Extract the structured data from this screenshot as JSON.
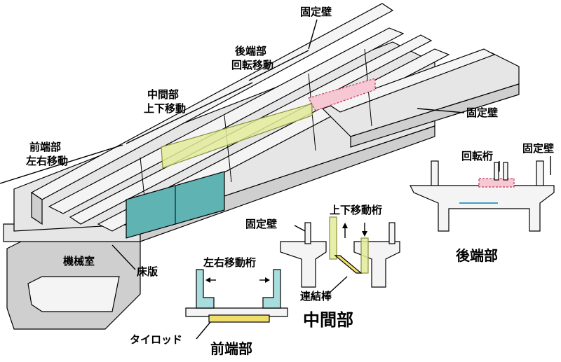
{
  "labels": {
    "fixed_wall_top": "固定壁",
    "rear_end": "後端部",
    "rotation_move": "回転移動",
    "middle": "中間部",
    "vertical_move": "上下移動",
    "fixed_wall_right": "固定壁",
    "front_end": "前端部",
    "lateral_move": "左右移動",
    "machine_room": "機械室",
    "floor_slab": "床版",
    "rotation_girder": "回転桁",
    "fixed_wall_rear": "固定壁",
    "rear_section_title": "後端部",
    "fixed_wall_mid": "固定壁",
    "vertical_girder": "上下移動桁",
    "link_rod": "連結棒",
    "middle_section_title": "中間部",
    "lateral_girder": "左右移動桁",
    "tie_rod": "タイロッド",
    "front_section_title": "前端部"
  },
  "colors": {
    "lateral_girder": "#5fb3b3",
    "vertical_girder": "#e2eb9a",
    "rotation_girder": "#f6c8d3",
    "tie_rod": "#efdf6a"
  }
}
